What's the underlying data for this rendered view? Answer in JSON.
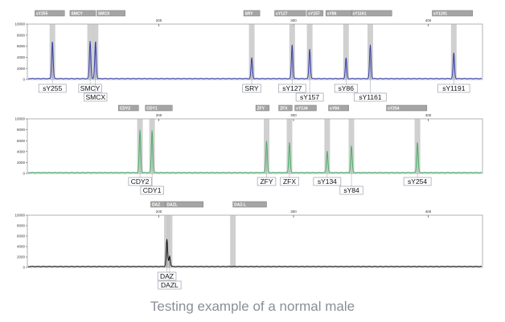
{
  "caption": "Testing example of a normal male",
  "chart_data": [
    {
      "type": "electropherogram",
      "color": "#3a40a8",
      "x_ticks": [
        200,
        300,
        400
      ],
      "y_ticks": [
        0,
        2000,
        4000,
        6000,
        8000,
        10000
      ],
      "y_range": [
        0,
        10000
      ],
      "marker_bars": [
        {
          "label": "sY255",
          "from": 108,
          "to": 130
        },
        {
          "label": "SMCY",
          "from": 134,
          "to": 153
        },
        {
          "label": "SMCX",
          "from": 154,
          "to": 175
        },
        {
          "label": "SRY",
          "from": 263,
          "to": 275
        },
        {
          "label": "sY127",
          "from": 286,
          "to": 309
        },
        {
          "label": "sY157",
          "from": 310,
          "to": 322
        },
        {
          "label": "sY86",
          "from": 324,
          "to": 344
        },
        {
          "label": "sY1161",
          "from": 343,
          "to": 373
        },
        {
          "label": "sY1191",
          "from": 403,
          "to": 433
        }
      ],
      "peaks": [
        {
          "label": "sY255",
          "x": 121,
          "height": 6800
        },
        {
          "label": "SMCY",
          "x": 149,
          "height": 6800
        },
        {
          "label": "SMCX",
          "x": 153,
          "height": 6800
        },
        {
          "label": "SRY",
          "x": 269,
          "height": 3800
        },
        {
          "label": "sY127",
          "x": 299,
          "height": 6200
        },
        {
          "label": "sY157",
          "x": 312,
          "height": 5400
        },
        {
          "label": "sY86",
          "x": 339,
          "height": 3800
        },
        {
          "label": "sY1161",
          "x": 357,
          "height": 6100
        },
        {
          "label": "sY1191",
          "x": 419,
          "height": 4700
        }
      ]
    },
    {
      "type": "electropherogram",
      "color": "#4caf6a",
      "x_ticks": [
        200,
        300,
        400
      ],
      "y_ticks": [
        0,
        2000,
        4000,
        6000,
        8000,
        10000
      ],
      "y_range": [
        0,
        10000
      ],
      "marker_bars": [
        {
          "label": "CDY2",
          "from": 170,
          "to": 185
        },
        {
          "label": "CDY1",
          "from": 190,
          "to": 210
        },
        {
          "label": "ZFY",
          "from": 272,
          "to": 282
        },
        {
          "label": "ZFX",
          "from": 289,
          "to": 299
        },
        {
          "label": "sY134",
          "from": 301,
          "to": 317
        },
        {
          "label": "sY84",
          "from": 326,
          "to": 341
        },
        {
          "label": "sY254",
          "from": 369,
          "to": 399
        }
      ],
      "peaks": [
        {
          "label": "CDY2",
          "x": 186,
          "height": 7800
        },
        {
          "label": "CDY1",
          "x": 195,
          "height": 7800
        },
        {
          "label": "ZFY",
          "x": 280,
          "height": 5800
        },
        {
          "label": "ZFX",
          "x": 297,
          "height": 5500
        },
        {
          "label": "sY134",
          "x": 325,
          "height": 4000
        },
        {
          "label": "sY84",
          "x": 343,
          "height": 4900
        },
        {
          "label": "sY254",
          "x": 392,
          "height": 5600
        }
      ]
    },
    {
      "type": "electropherogram",
      "color": "#111111",
      "x_ticks": [
        200,
        300,
        400
      ],
      "y_ticks": [
        0,
        2000,
        4000,
        6000,
        8000,
        10000
      ],
      "y_range": [
        0,
        10000
      ],
      "marker_bars": [
        {
          "label": "DAZ",
          "from": 194,
          "to": 205
        },
        {
          "label": "DAZL",
          "from": 205,
          "to": 233
        },
        {
          "label": "DAZ-L",
          "from": 255,
          "to": 280
        }
      ],
      "peaks": [
        {
          "label": "DAZ",
          "x": 206,
          "height": 5200
        },
        {
          "label": "DAZL",
          "x": 208,
          "height": 2000
        }
      ],
      "shaded_bands": [
        206,
        208,
        255
      ]
    }
  ]
}
